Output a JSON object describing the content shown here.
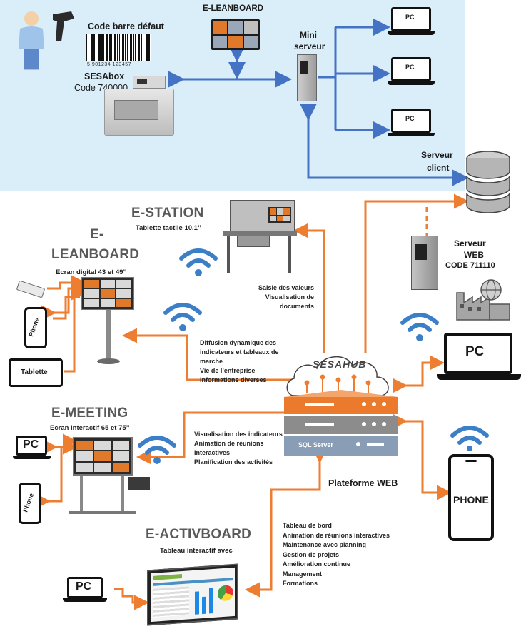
{
  "top": {
    "code_barre": "Code barre défaut",
    "barcode_digits": "5 901234 123457",
    "sesabox": "SESAbox",
    "sesabox_code": "Code 740000",
    "e_leanboard": "E-LEANBOARD",
    "mini_serveur_l1": "Mini",
    "mini_serveur_l2": "serveur",
    "serveur_client_l1": "Serveur",
    "serveur_client_l2": "client",
    "pc_label": "PC"
  },
  "e_station": {
    "title": "E-STATION",
    "subtitle": "Tablette tactile 10.1’’",
    "items": [
      "Saisie des valeurs",
      "Visualisation de",
      "documents"
    ]
  },
  "e_leanboard": {
    "title_l1": "E-",
    "title_l2": "LEANBOARD",
    "subtitle": "Ecran digital 43 et 49’’",
    "phone": "Phone",
    "tablette": "Tablette",
    "items": [
      "Diffusion dynamique des",
      "indicateurs et tableaux de",
      "marche",
      "Vie de l’entreprise",
      "Informations diverses"
    ]
  },
  "e_meeting": {
    "title": "E-MEETING",
    "subtitle": "Ecran interactif 65 et 75’’",
    "pc": "PC",
    "phone": "Phone",
    "items": [
      "Visualisation des indicateurs",
      "Animation de réunions",
      "interactives",
      "Planification des activités"
    ]
  },
  "e_activboard": {
    "title": "E-ACTIVBOARD",
    "subtitle": "Tableau interactif avec",
    "pc": "PC",
    "items": [
      "Tableau de bord",
      "Animation de réunions interactives",
      "Maintenance avec planning",
      "Gestion de projets",
      "Amélioration continue",
      "Management",
      "Formations"
    ]
  },
  "sesahub": {
    "name": "SESAHUB",
    "sql": "SQL Server",
    "platform": "Plateforme WEB"
  },
  "serveur_web": {
    "l1": "Serveur",
    "l2": "WEB",
    "code": "CODE 711110"
  },
  "right": {
    "pc": "PC",
    "phone": "PHONE"
  },
  "colors": {
    "top_panel": "#daeef9",
    "orange": "#ed7d31",
    "blue": "#4472c4",
    "wifi": "#3d7fc7"
  }
}
